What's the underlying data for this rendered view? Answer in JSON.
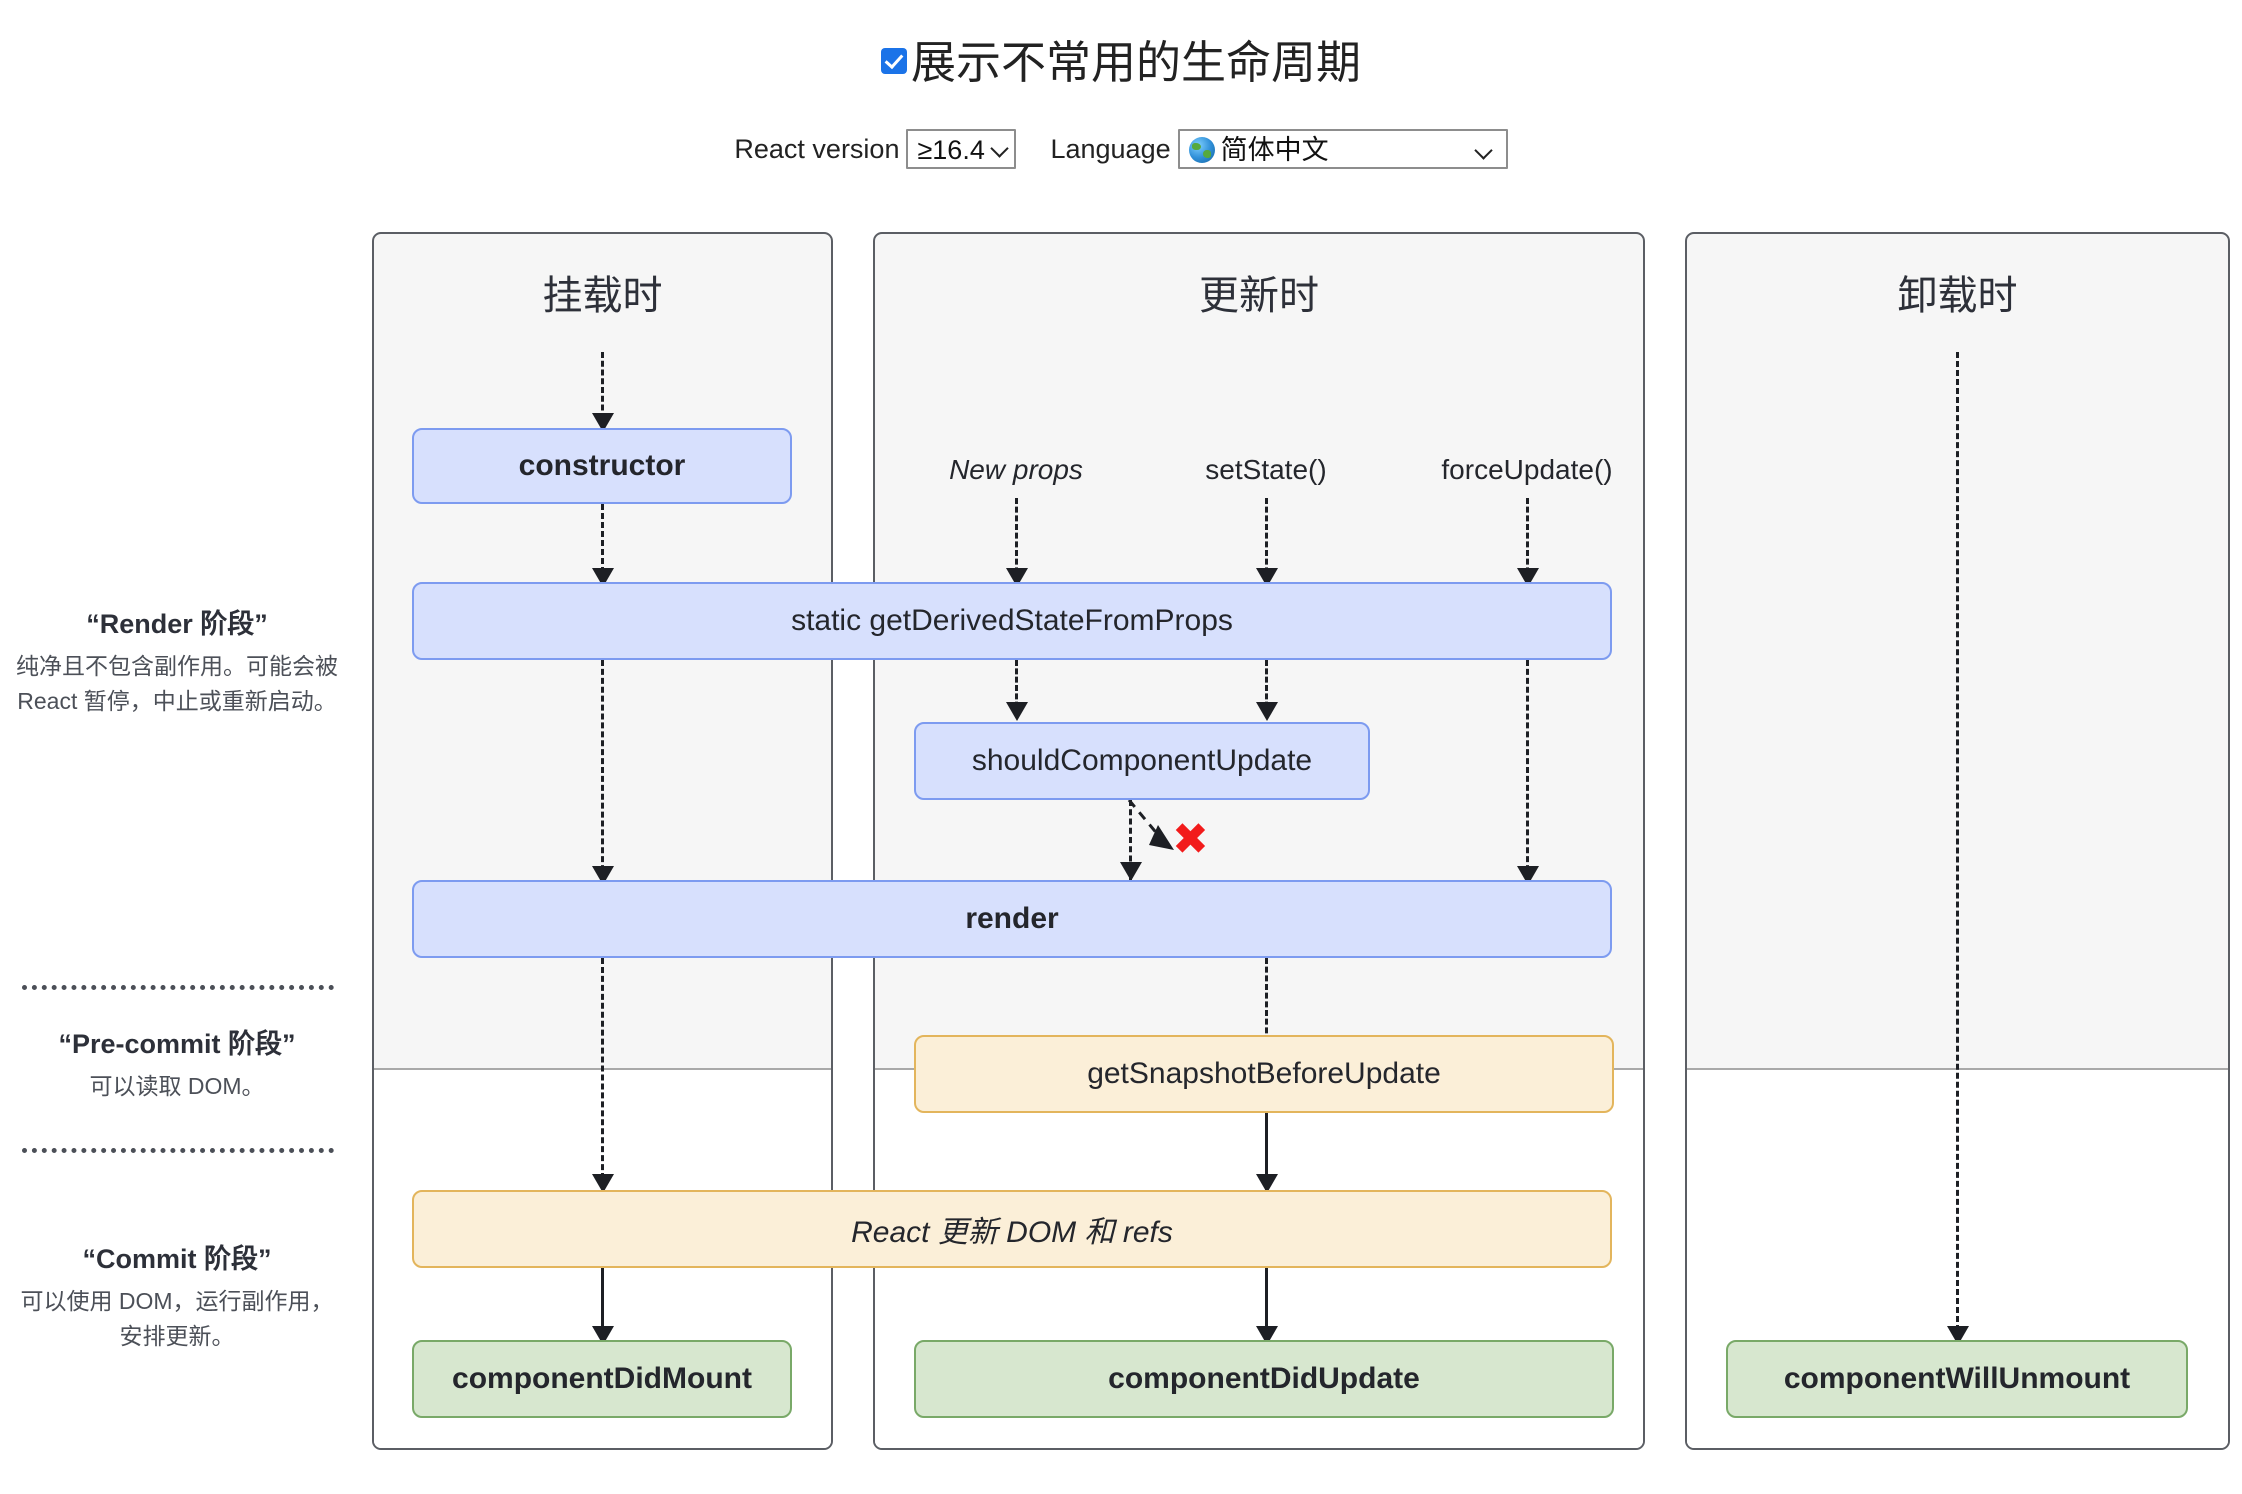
{
  "header": {
    "checkbox_label": "展示不常用的生命周期",
    "checkbox_checked": true,
    "version_label": "React version",
    "version_value": "≥16.4",
    "version_options": [
      "≥16.4"
    ],
    "language_label": "Language",
    "language_value": "简体中文",
    "language_icon": "globe-icon",
    "language_options": [
      "简体中文"
    ]
  },
  "phases": [
    {
      "id": "render",
      "title": "“Render 阶段”",
      "desc": "纯净且不包含副作用。可能会被 React 暂停，中止或重新启动。"
    },
    {
      "id": "pre-commit",
      "title": "“Pre-commit 阶段”",
      "desc": "可以读取 DOM。"
    },
    {
      "id": "commit",
      "title": "“Commit 阶段”",
      "desc": "可以使用 DOM，运行副作用，安排更新。"
    }
  ],
  "columns": [
    {
      "id": "mount",
      "title": "挂载时"
    },
    {
      "id": "update",
      "title": "更新时"
    },
    {
      "id": "unmount",
      "title": "卸载时"
    }
  ],
  "triggers": [
    {
      "id": "new-props",
      "label": "New props",
      "italic": true
    },
    {
      "id": "set-state",
      "label": "setState()",
      "italic": false
    },
    {
      "id": "force-update",
      "label": "forceUpdate()",
      "italic": false
    }
  ],
  "nodes": [
    {
      "id": "constructor",
      "label": "constructor",
      "style": "blue",
      "bold": true,
      "italic": false
    },
    {
      "id": "get-derived-state-from-props",
      "label": "static getDerivedStateFromProps",
      "style": "blue",
      "bold": false,
      "italic": false
    },
    {
      "id": "should-component-update",
      "label": "shouldComponentUpdate",
      "style": "blue",
      "bold": false,
      "italic": false
    },
    {
      "id": "render",
      "label": "render",
      "style": "blue",
      "bold": true,
      "italic": false
    },
    {
      "id": "get-snapshot-before-update",
      "label": "getSnapshotBeforeUpdate",
      "style": "orange",
      "bold": false,
      "italic": false
    },
    {
      "id": "react-updates-dom-and-refs",
      "label": "React 更新 DOM 和 refs",
      "style": "orange",
      "bold": false,
      "italic": true
    },
    {
      "id": "component-did-mount",
      "label": "componentDidMount",
      "style": "green",
      "bold": true,
      "italic": false
    },
    {
      "id": "component-did-update",
      "label": "componentDidUpdate",
      "style": "green",
      "bold": true,
      "italic": false
    },
    {
      "id": "component-will-unmount",
      "label": "componentWillUnmount",
      "style": "green",
      "bold": true,
      "italic": false
    }
  ],
  "markers": {
    "abort_symbol": "✖"
  },
  "colors": {
    "blue_fill": "#d7e0fd",
    "blue_border": "#7d9bf0",
    "orange_fill": "#fbefd8",
    "orange_border": "#e3b55c",
    "green_fill": "#d7e7cf",
    "green_border": "#79a968",
    "panel_bg": "#f6f6f6",
    "panel_border": "#5b5e64",
    "accent_checkbox": "#1b73e8",
    "abort_red": "#f21b1b"
  }
}
